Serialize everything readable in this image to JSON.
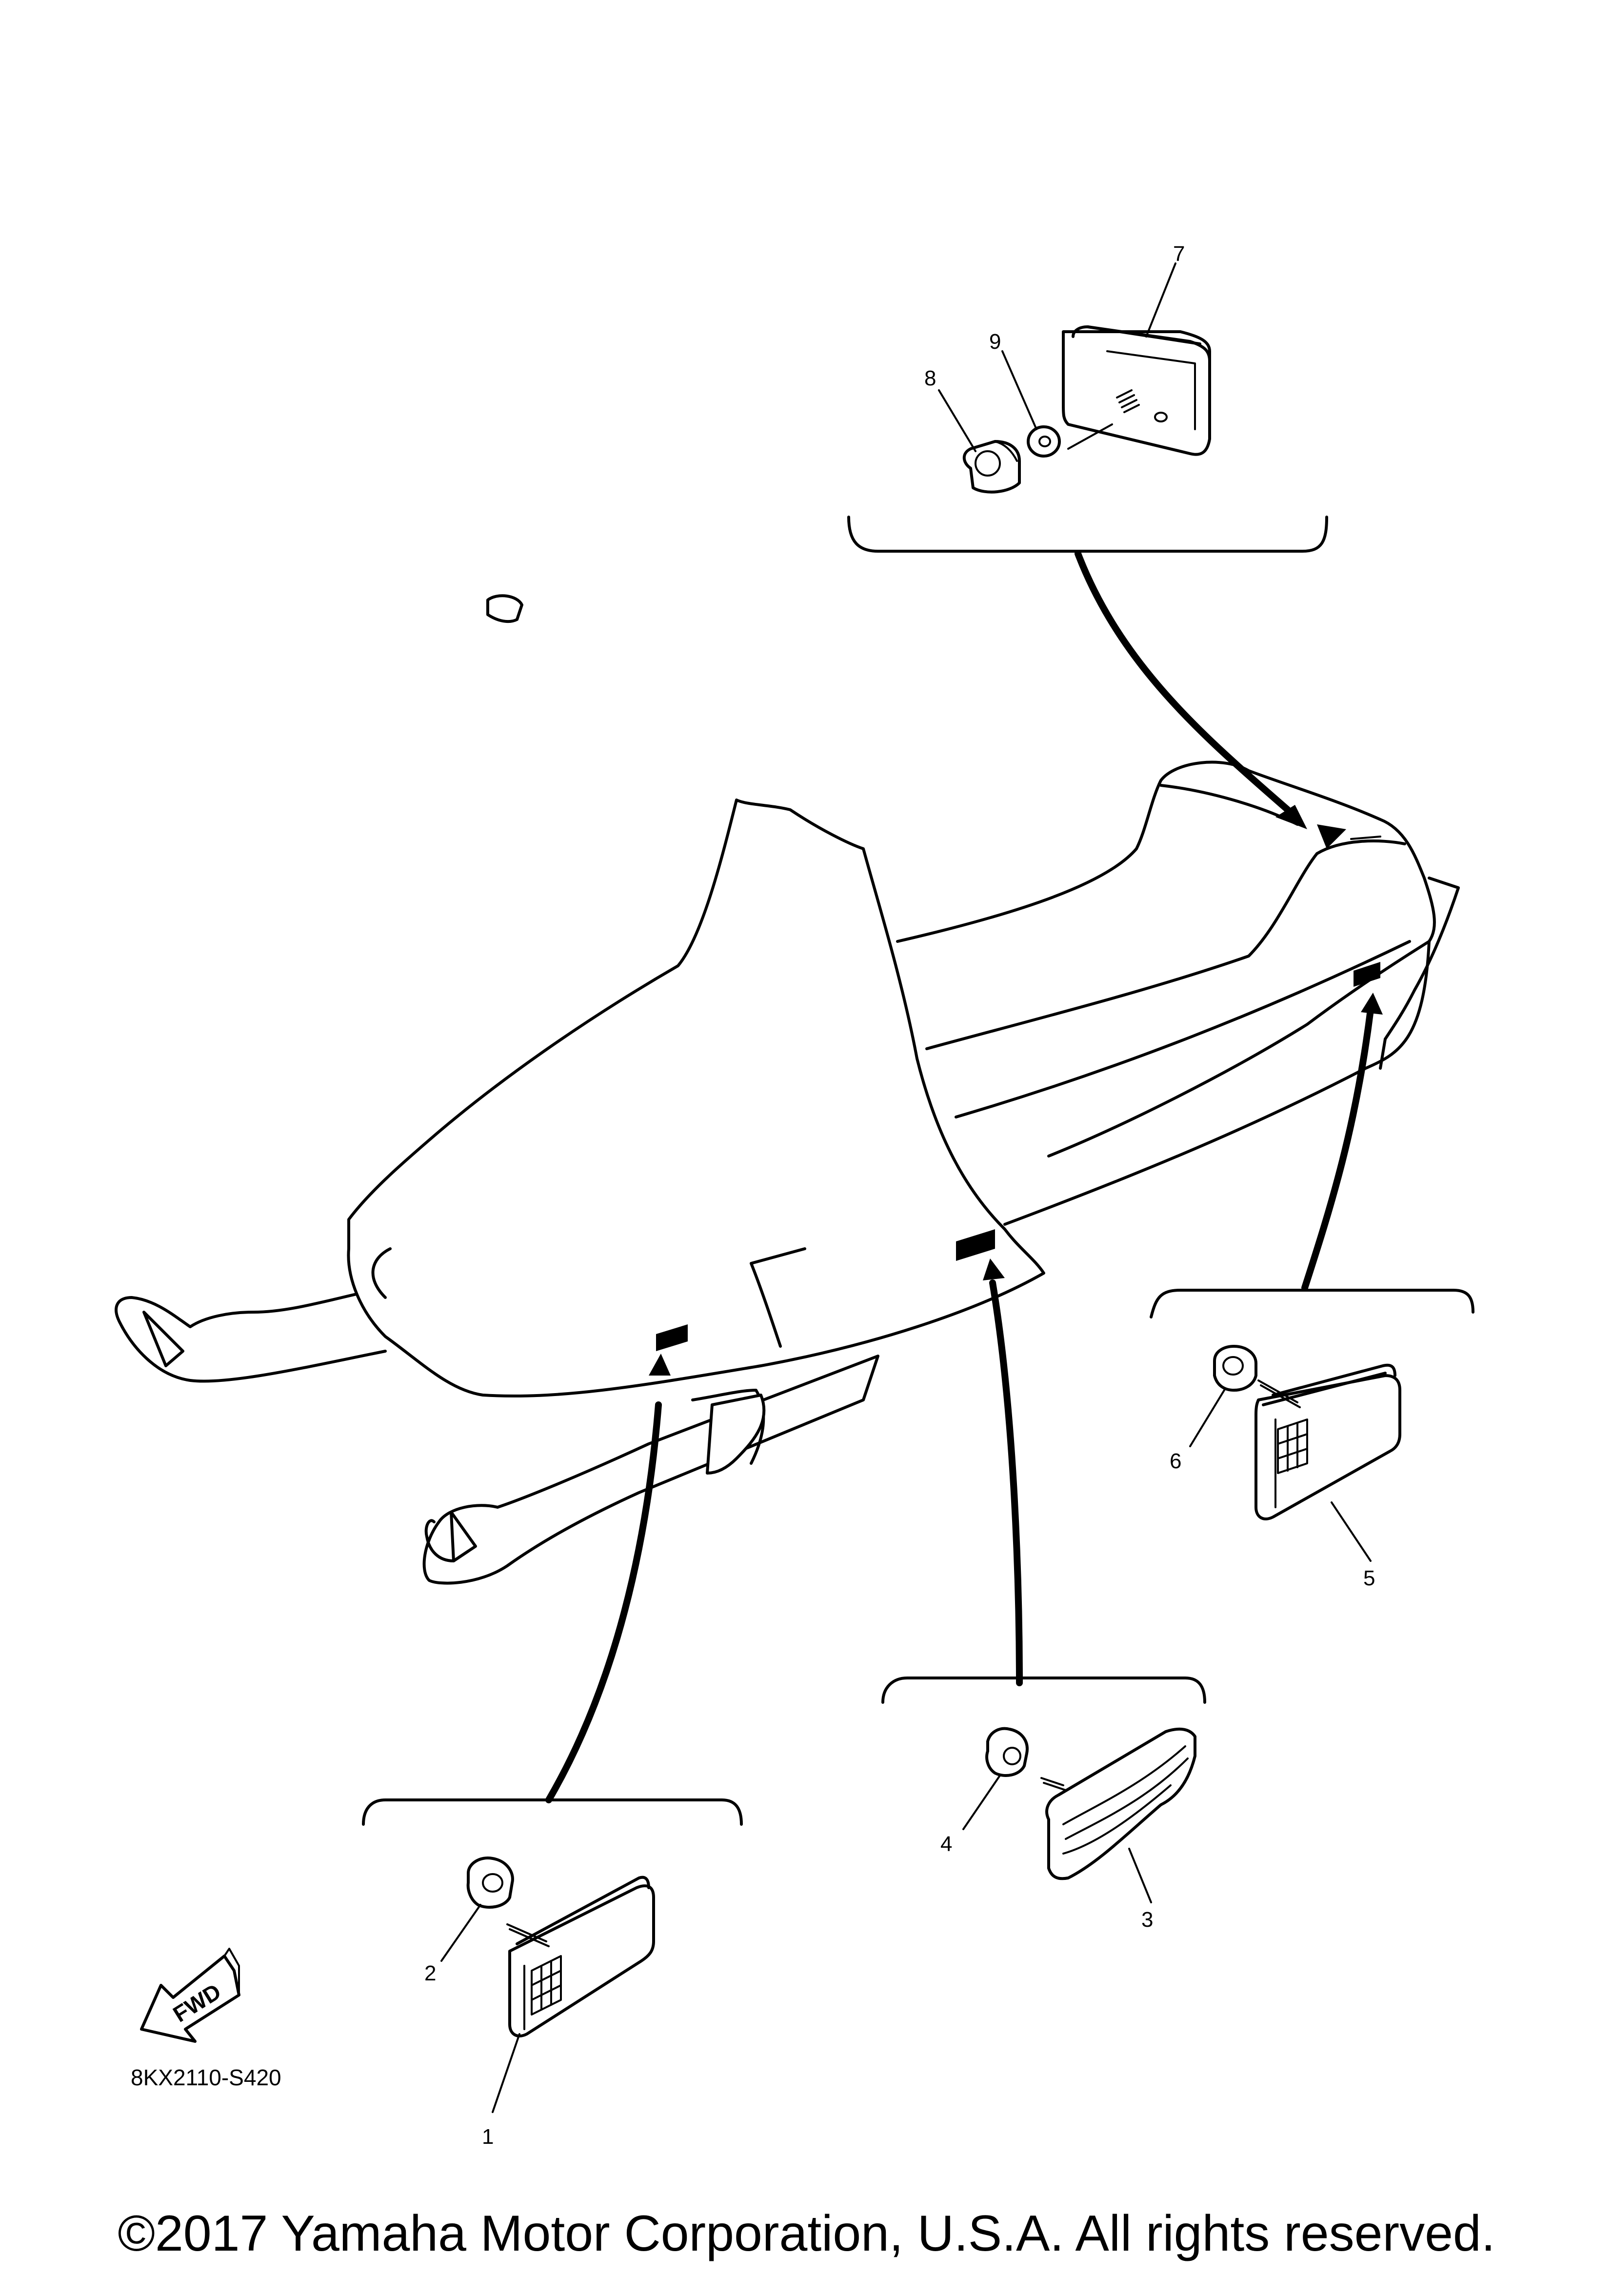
{
  "callouts": {
    "c1": "1",
    "c2": "2",
    "c3": "3",
    "c4": "4",
    "c5": "5",
    "c6": "6",
    "c7": "7",
    "c8": "8",
    "c9": "9"
  },
  "fwd_label": "FWD",
  "diagram_code": "8KX2110-S420",
  "copyright": "©2017 Yamaha Motor Corporation, U.S.A. All rights reserved."
}
